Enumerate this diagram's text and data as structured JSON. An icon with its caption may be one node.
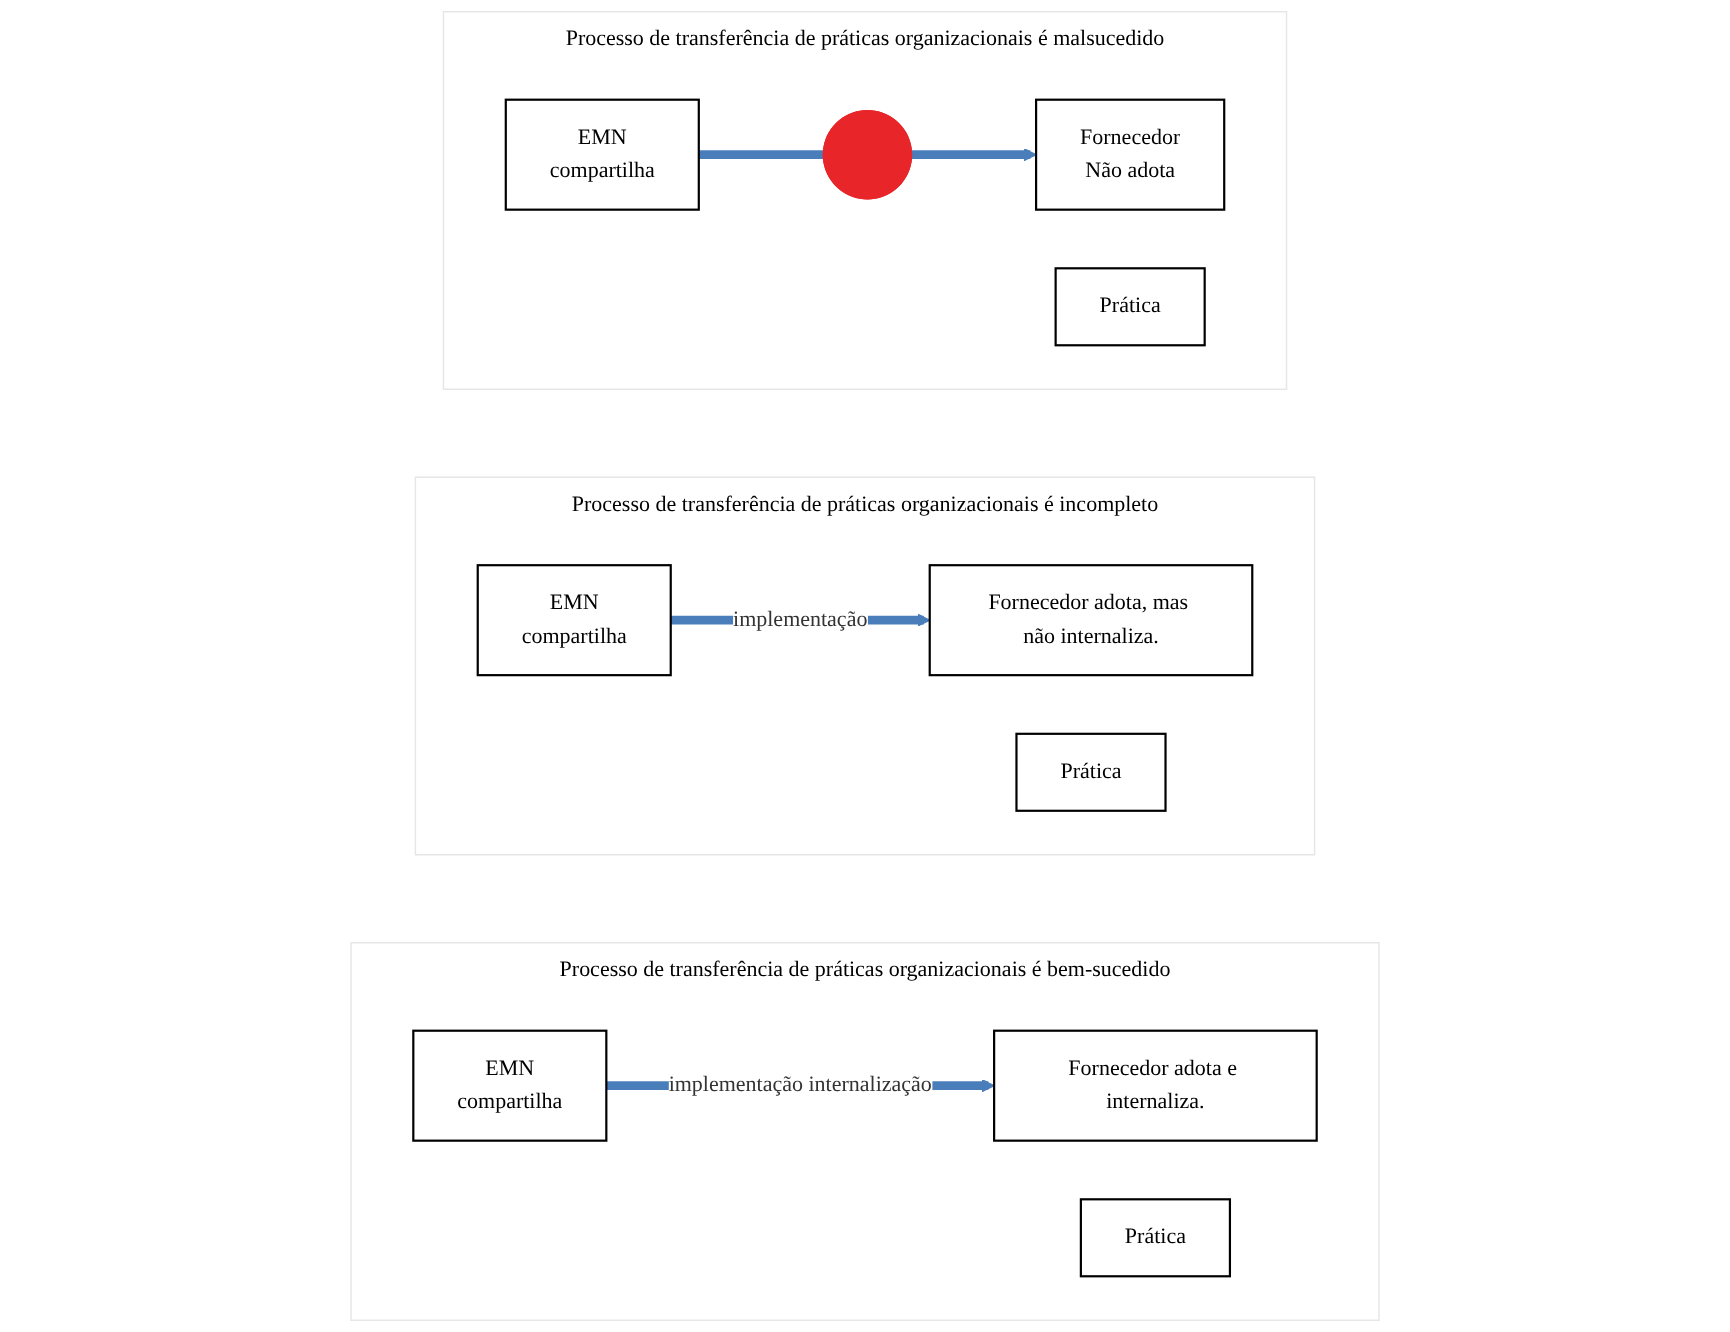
{
  "diagram": {
    "nodes": [
      {
        "text": [
          "Processo de transferência de práticas organizacionais é malsucedido"
        ]
      },
      {
        "text": [
          "EMN",
          "compartilha"
        ],
        "in": 0
      },
      {
        "text": [
          "Prática"
        ],
        "in": 0
      },
      {
        "text": [
          "Fornecedor",
          "Não adota"
        ],
        "in": 0
      },
      {
        "text": [],
        "shape": "cross",
        "in": 0
      },
      {
        "text": [
          "Processo de transferência de práticas organizacionais é incompleto"
        ]
      },
      {
        "text": [
          "EMN",
          "compartilha"
        ],
        "in": 5
      },
      {
        "text": [
          "Prática"
        ],
        "in": 5
      },
      {
        "text": [
          "Fornecedor adota, mas não internaliza."
        ],
        "in": 5
      },
      {
        "text": [
          "Processo de transferência de práticas organizacionais é bem-sucedido"
        ]
      },
      {
        "text": [
          "EMN",
          "compartilha"
        ],
        "in": 9
      },
      {
        "text": [
          "Prática"
        ],
        "in": 9
      },
      {
        "text": [
          "Fornecedor adota e internaliza."
        ],
        "in": 9
      }
    ],
    "edges": [
      {
        "from": 1,
        "to": 4,
        "arrow": "none"
      },
      {
        "from": 4,
        "to": 3,
        "arrow": "to"
      },
      {
        "from": 6,
        "to": 8,
        "label": "implementação",
        "arrow": "to"
      },
      {
        "from": 10,
        "to": 12,
        "label": "implementação internalização",
        "arrow": "to"
      }
    ]
  }
}
